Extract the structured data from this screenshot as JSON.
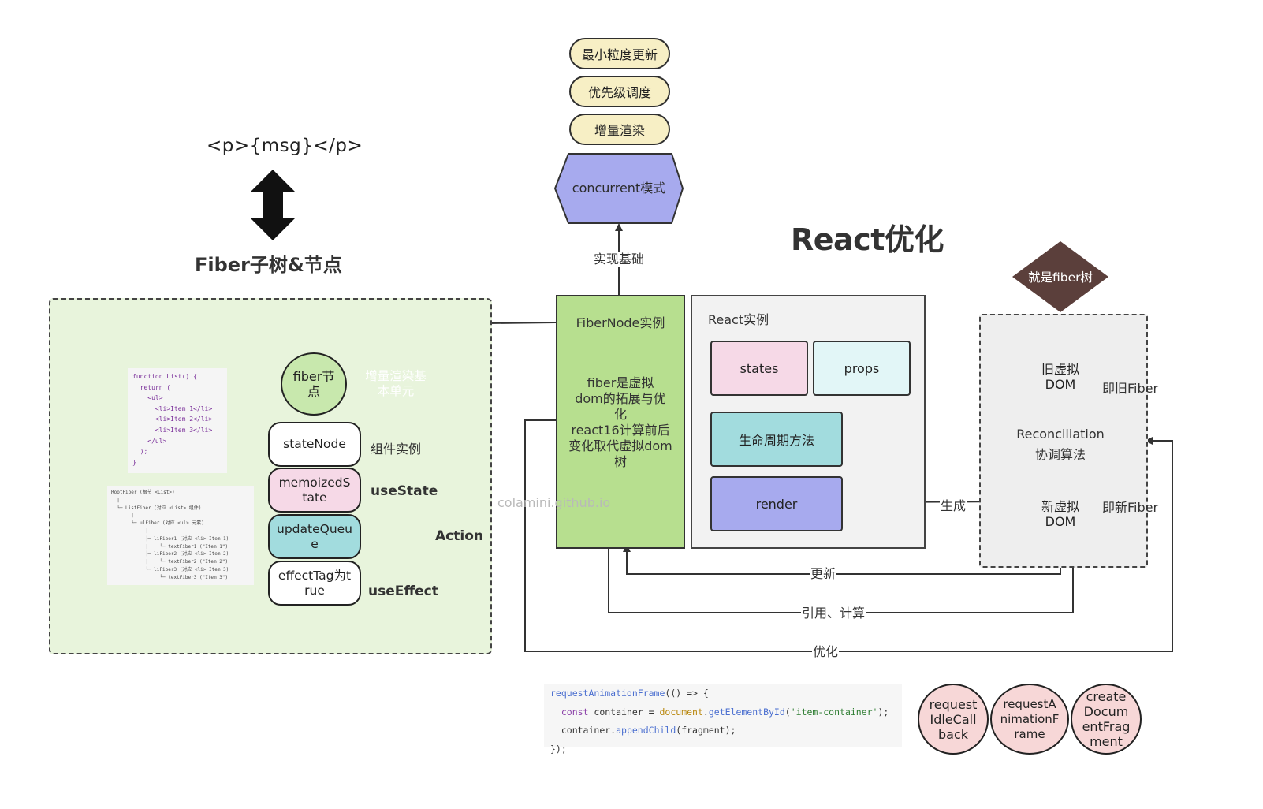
{
  "header": {
    "code_tag": "<p>{msg}</p>",
    "fiber_subtree_title": "Fiber子树&节点",
    "main_title": "React优化"
  },
  "concurrent": {
    "features": [
      "最小粒度更新",
      "优先级调度",
      "增量渲染"
    ],
    "mode_label": "concurrent模式",
    "basis_label": "实现基础"
  },
  "fiber_node": {
    "title": "FiberNode实例",
    "line1": "fiber是虚拟dom的拓展与优化",
    "line2": "react16计算前后变化取代虚拟dom树"
  },
  "react_instance": {
    "title": "React实例",
    "states": "states",
    "props": "props",
    "lifecycle": "生命周期方法",
    "render": "render"
  },
  "fiber_tree": {
    "badge": "就是fiber树",
    "old_vdom": "旧虚拟DOM",
    "old_label": "即旧Fiber",
    "reconciliation": "Reconciliation",
    "reconciliation_sub": "协调算法",
    "new_vdom": "新虚拟DOM",
    "new_label": "即新Fiber"
  },
  "fiber_parts": {
    "node_circle": "fiber节点",
    "incremental_unit": "增量渲染基本单元",
    "state_node": "stateNode",
    "state_node_label": "组件实例",
    "memoized_state": "memoizedState",
    "memoized_label": "useState",
    "update_queue": "updateQueue",
    "action_label": "Action",
    "effect_tag": "effectTag为true",
    "effect_label": "useEffect"
  },
  "edges": {
    "generate": "生成",
    "update": "更新",
    "reference": "引用、计算",
    "optimize": "优化"
  },
  "watermark": "colamini.github.io",
  "thumb_code": [
    "function List() {",
    "  return (",
    "    <ul>",
    "      <li>Item 1</li>",
    "      <li>Item 2</li>",
    "      <li>Item 3</li>",
    "    </ul>",
    "  );",
    "}"
  ],
  "thumb_tree": [
    "RootFiber (根节 <List>)",
    "  |",
    "  └─ ListFiber (对应 <List> 组件)",
    "       |",
    "       └─ ulFiber (对应 <ul> 元素)",
    "            |",
    "            ├─ liFiber1 (对应 <li> Item 1)",
    "            |    └─ textFiber1 (\"Item 1\")",
    "            ├─ liFiber2 (对应 <li> Item 2)",
    "            |    └─ textFiber2 (\"Item 2\")",
    "            └─ liFiber3 (对应 <li> Item 3)",
    "                 └─ textFiber3 (\"Item 3\")"
  ],
  "code_snippet": {
    "l1_fn": "requestAnimationFrame",
    "l1_rest": "(() => {",
    "l2_kw": "const",
    "l2_a": " container = ",
    "l2_obj": "document",
    "l2_dot": ".",
    "l2_fn": "getElementById",
    "l2_p1": "(",
    "l2_str": "'item-container'",
    "l2_p2": ");",
    "l3_a": "container.",
    "l3_fn": "appendChild",
    "l3_rest": "(fragment);",
    "l4": "});"
  },
  "api_circles": [
    "requestIdleCallback",
    "requestAnimationFrame",
    "createDocumentFragment"
  ],
  "colors": {
    "pill_fill": "#f7efc5",
    "concurrent_fill": "#a7aaee",
    "fibernode_fill": "#b7df8f",
    "green_area": "#e8f4dc",
    "states_fill": "#f6d9e7",
    "props_fill": "#e2f6f7",
    "lifecycle_fill": "#a2dcde",
    "render_fill": "#a7aaee",
    "diamond_fill": "#5b3f3b",
    "old_triangle": "#8b7b7b",
    "new_triangle": "#f7efc5",
    "circle_fill": "#f7d7d7"
  }
}
